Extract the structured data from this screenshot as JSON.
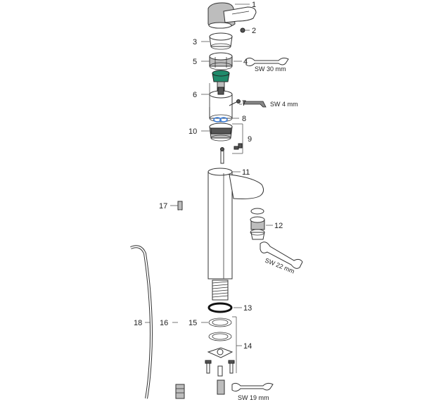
{
  "diagram": {
    "parts": [
      {
        "number": "1"
      },
      {
        "number": "2"
      },
      {
        "number": "3"
      },
      {
        "number": "4"
      },
      {
        "number": "5"
      },
      {
        "number": "6"
      },
      {
        "number": "7"
      },
      {
        "number": "8"
      },
      {
        "number": "9"
      },
      {
        "number": "10"
      },
      {
        "number": "11"
      },
      {
        "number": "12"
      },
      {
        "number": "13"
      },
      {
        "number": "14"
      },
      {
        "number": "15"
      },
      {
        "number": "16"
      },
      {
        "number": "17"
      },
      {
        "number": "18"
      }
    ],
    "tools": [
      {
        "label": "SW 30 mm"
      },
      {
        "label": "SW 4 mm"
      },
      {
        "label": "SW 22 mm"
      },
      {
        "label": "SW 19 mm"
      }
    ],
    "colors": {
      "cartridge_seal": "#1f8a6a",
      "o_rings": "#3a7bd5",
      "line": "#333333"
    }
  }
}
